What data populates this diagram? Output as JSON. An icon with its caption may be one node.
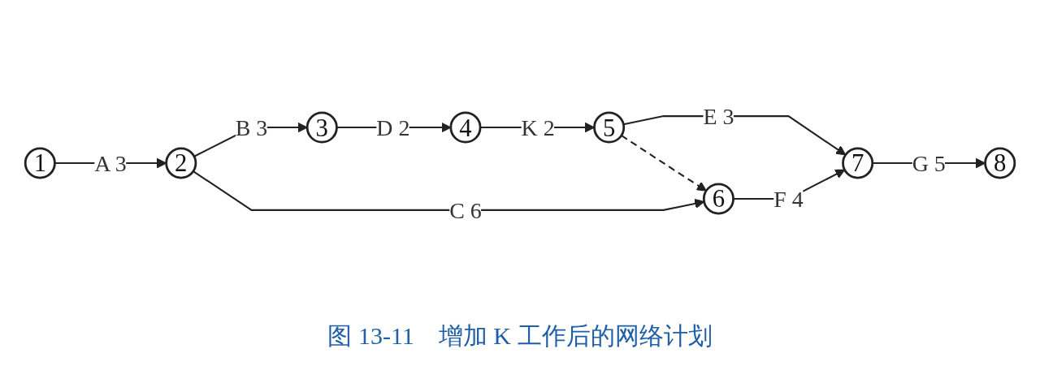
{
  "diagram": {
    "caption": "图 13-11　增加 K 工作后的网络计划",
    "nodes": [
      {
        "text": [
          "1"
        ]
      },
      {
        "text": [
          "2"
        ]
      },
      {
        "text": [
          "3"
        ]
      },
      {
        "text": [
          "4"
        ]
      },
      {
        "text": [
          "5"
        ]
      },
      {
        "text": [
          "6"
        ]
      },
      {
        "text": [
          "7"
        ]
      },
      {
        "text": [
          "8"
        ]
      }
    ],
    "edges": [
      {
        "from": 0,
        "to": 1,
        "arrow": "to",
        "label": "A 3"
      },
      {
        "from": 1,
        "to": 2,
        "arrow": "to",
        "label": "B 3"
      },
      {
        "from": 2,
        "to": 3,
        "arrow": "to",
        "label": "D 2"
      },
      {
        "from": 3,
        "to": 4,
        "arrow": "to",
        "label": "K 2"
      },
      {
        "from": 4,
        "to": 6,
        "arrow": "to",
        "label": "E 3"
      },
      {
        "from": 4,
        "to": 5,
        "arrow": "to",
        "style": "dashed"
      },
      {
        "from": 1,
        "to": 5,
        "arrow": "to",
        "label": "C 6"
      },
      {
        "from": 5,
        "to": 6,
        "arrow": "to",
        "label": "F 4"
      },
      {
        "from": 6,
        "to": 7,
        "arrow": "to",
        "label": "G 5"
      }
    ]
  }
}
